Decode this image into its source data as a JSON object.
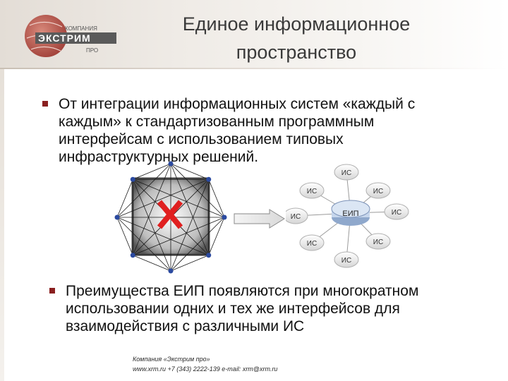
{
  "logo": {
    "word_top": "КОМПАНИЯ",
    "word_main": "ЭКСТРИМ",
    "word_sub": "ПРО"
  },
  "title": {
    "line1": "Единое информационное",
    "line2": "пространство"
  },
  "bullets": [
    {
      "lines": [
        "От интеграции информационных систем «каждый с",
        "каждым» к стандартизованным программным",
        "интерфейсам с использованием типовых",
        "инфраструктурных решений."
      ]
    },
    {
      "lines": [
        "Преимущества ЕИП появляются при многократном",
        "использовании одних и тех же интерфейсов для",
        "взаимодействия с различными ИС"
      ]
    }
  ],
  "diagram": {
    "hub_label": "ЕИП",
    "node_label": "ИС"
  },
  "footer": {
    "line1": "Компания «Экстрим про»",
    "line2": "www.xrm.ru +7 (343) 2222-139 e-mail: xrm@xrm.ru"
  },
  "colors": {
    "accent": "#8a1f1f",
    "logo_red": "#c0504d",
    "mesh_node": "#2b4aa0",
    "hub_fill": "#c6d6ec"
  }
}
